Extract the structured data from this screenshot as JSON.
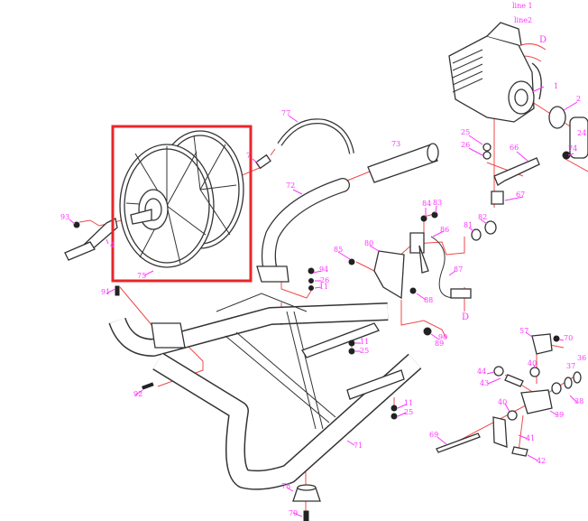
{
  "diagram": {
    "highlight_color": "#e8262b",
    "label_color": "#ff33ff",
    "connector_color": "#f04848",
    "highlighted_part": "75",
    "labels": [
      "line 1",
      "line2",
      "D",
      "1",
      "2",
      "25",
      "26",
      "66",
      "74",
      "67",
      "24",
      "77",
      "7",
      "73",
      "72",
      "93",
      "4",
      "75",
      "91",
      "92",
      "85",
      "80",
      "84",
      "83",
      "86",
      "81",
      "82",
      "87",
      "88",
      "D",
      "90",
      "89",
      "94",
      "26",
      "11",
      "11",
      "25",
      "11",
      "25",
      "71",
      "78",
      "79",
      "57",
      "70",
      "44",
      "43",
      "40",
      "37",
      "36",
      "38",
      "39",
      "40",
      "41",
      "69",
      "42"
    ]
  }
}
